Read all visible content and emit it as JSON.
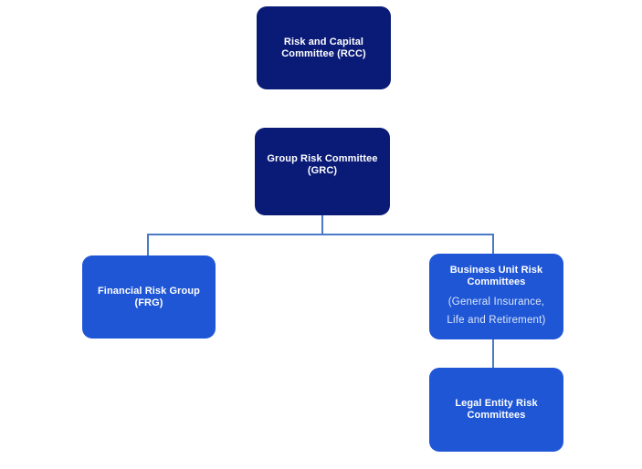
{
  "diagram": {
    "colors": {
      "background": "#ffffff",
      "dark_node": "#0a1b77",
      "light_node": "#1e56d6",
      "connector": "#4a79c6",
      "node_text": "#ffffff",
      "node_subtext": "#dce6f8"
    },
    "nodes": [
      {
        "id": "rcc",
        "variant": "dark",
        "lines": [
          "Risk and Capital",
          "Committee (RCC)"
        ]
      },
      {
        "id": "grc",
        "variant": "dark",
        "lines": [
          "Group Risk Committee",
          "(GRC)"
        ]
      },
      {
        "id": "frg",
        "variant": "light",
        "lines": [
          "Financial Risk Group",
          "(FRG)"
        ]
      },
      {
        "id": "burc",
        "variant": "light",
        "lines": [
          "Business Unit Risk",
          "Committees"
        ],
        "sublines": [
          "(General Insurance,",
          "Life and Retirement)"
        ]
      },
      {
        "id": "lerc",
        "variant": "light",
        "lines": [
          "Legal Entity Risk",
          "Committees"
        ]
      }
    ],
    "edges": [
      {
        "from": "grc",
        "to": "frg"
      },
      {
        "from": "grc",
        "to": "burc"
      },
      {
        "from": "burc",
        "to": "lerc"
      }
    ]
  }
}
